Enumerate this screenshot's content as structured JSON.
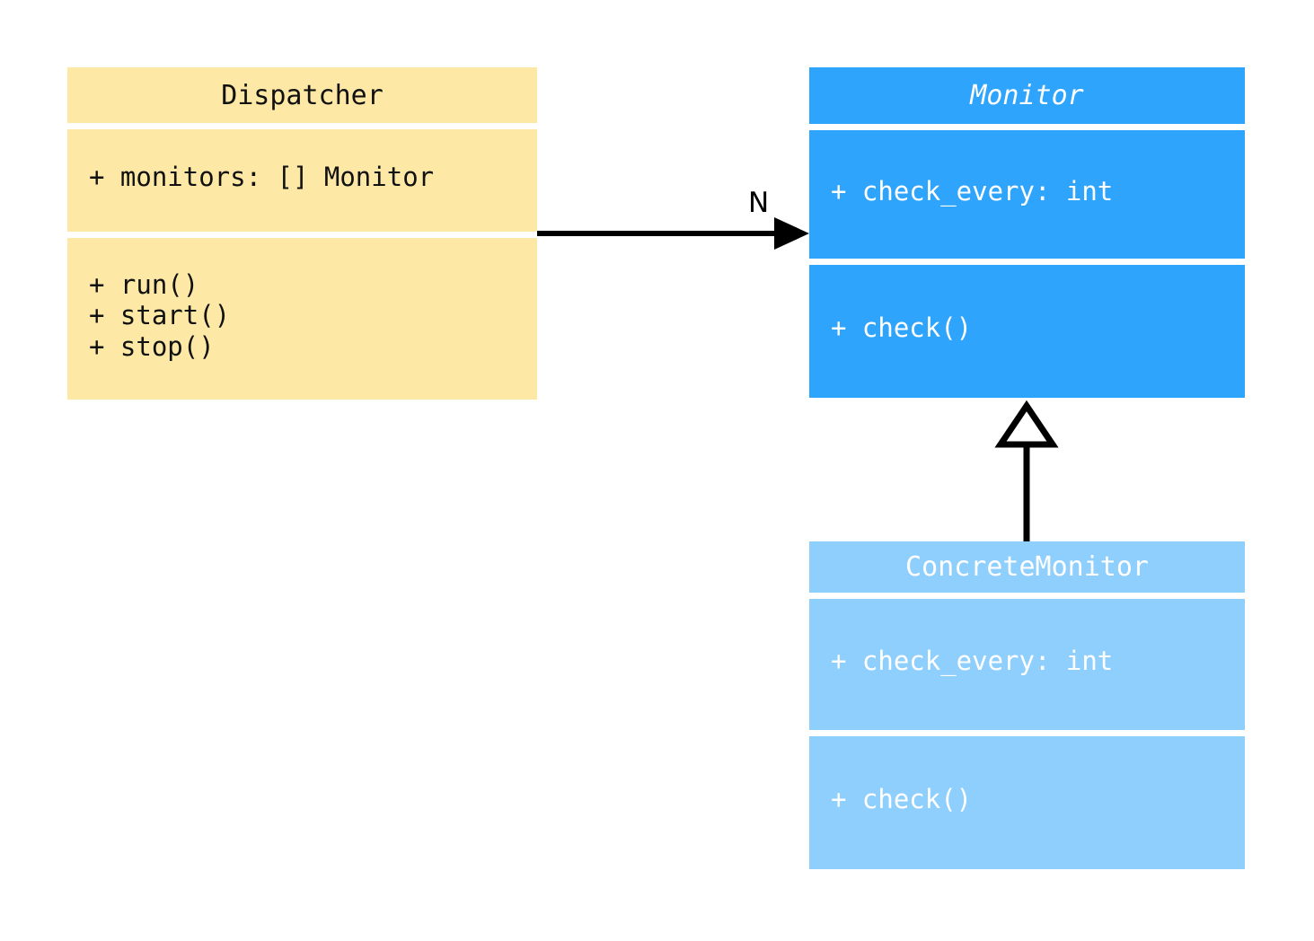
{
  "diagram": {
    "type": "uml-class-diagram",
    "background_color": "#ffffff"
  },
  "classes": [
    {
      "id": "dispatcher",
      "name": "Dispatcher",
      "abstract": false,
      "fill_color": "#fde9a5",
      "text_color": "#111111",
      "attributes": [
        "+ monitors: [] Monitor"
      ],
      "methods": [
        "+ run()",
        "+ start()",
        "+ stop()"
      ]
    },
    {
      "id": "monitor",
      "name": "Monitor",
      "abstract": true,
      "fill_color": "#2fa4fc",
      "text_color": "#ffffff",
      "attributes": [
        "+ check_every: int"
      ],
      "methods": [
        "+ check()"
      ]
    },
    {
      "id": "concrete_monitor",
      "name": "ConcreteMonitor",
      "abstract": false,
      "fill_color": "#8fcffd",
      "text_color": "#ffffff",
      "attributes": [
        "+ check_every: int"
      ],
      "methods": [
        "+ check()"
      ]
    }
  ],
  "relationships": [
    {
      "id": "dispatcher-to-monitor",
      "kind": "association",
      "from": "Dispatcher",
      "to": "Monitor",
      "multiplicity_label": "N",
      "line_color": "#000000"
    },
    {
      "id": "concrete-monitor-inherits-monitor",
      "kind": "generalization",
      "from": "ConcreteMonitor",
      "to": "Monitor",
      "multiplicity_label": "",
      "line_color": "#000000"
    }
  ],
  "dispatcher_box": {
    "title": "Dispatcher",
    "attr_0": "+ monitors: [] Monitor",
    "method_0": "+ run()",
    "method_1": "+ start()",
    "method_2": "+ stop()"
  },
  "monitor_box": {
    "title": "Monitor",
    "attr_0": "+ check_every: int",
    "method_0": "+ check()"
  },
  "concrete_monitor_box": {
    "title": "ConcreteMonitor",
    "attr_0": "+ check_every: int",
    "method_0": "+ check()"
  },
  "association": {
    "multiplicity": "N"
  }
}
